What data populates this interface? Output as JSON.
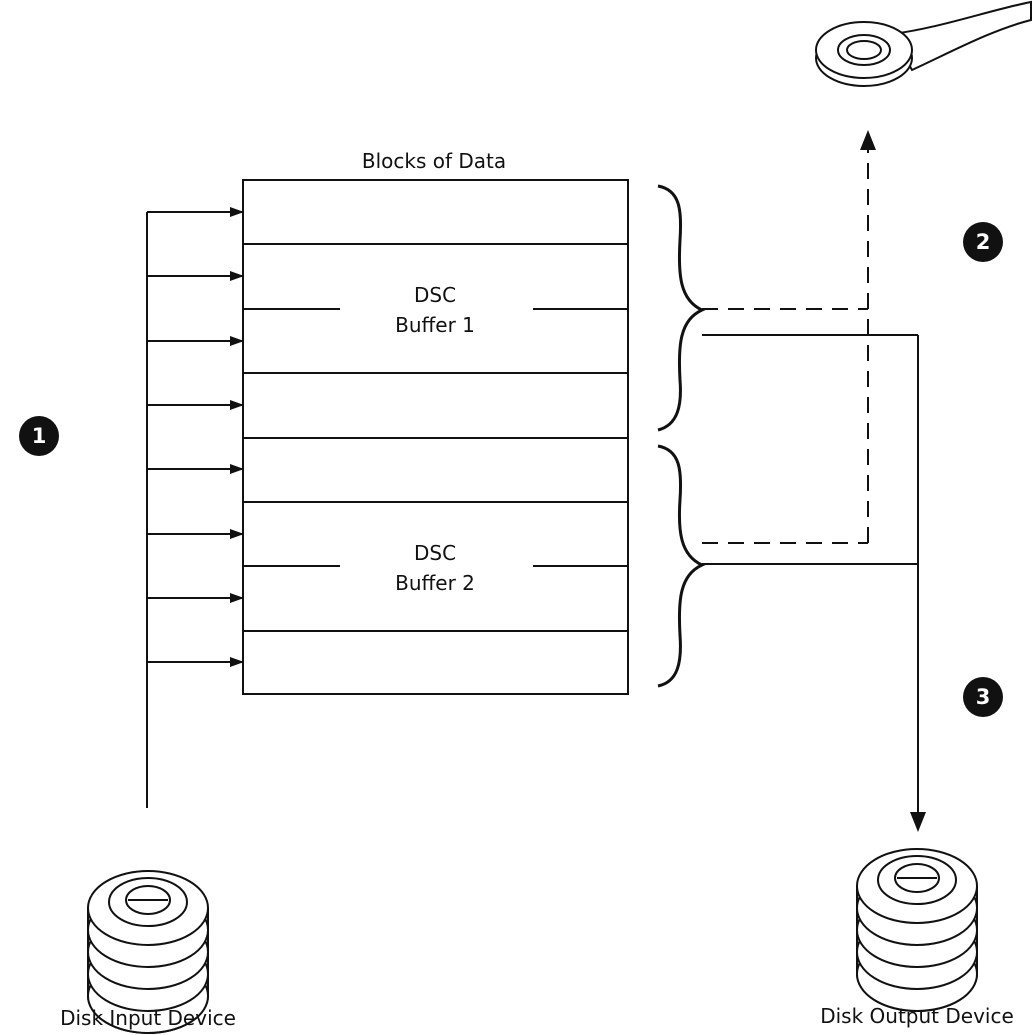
{
  "title": "Blocks of Data",
  "buffers": [
    {
      "line1": "DSC",
      "line2": "Buffer 1"
    },
    {
      "line1": "DSC",
      "line2": "Buffer 2"
    }
  ],
  "devices": {
    "input": "Disk Input Device",
    "output": "Disk Output Device"
  },
  "badges": [
    "1",
    "2",
    "3"
  ],
  "block_count": 8,
  "colors": {
    "ink": "#111111",
    "badge": "#111111",
    "background": "#ffffff"
  }
}
